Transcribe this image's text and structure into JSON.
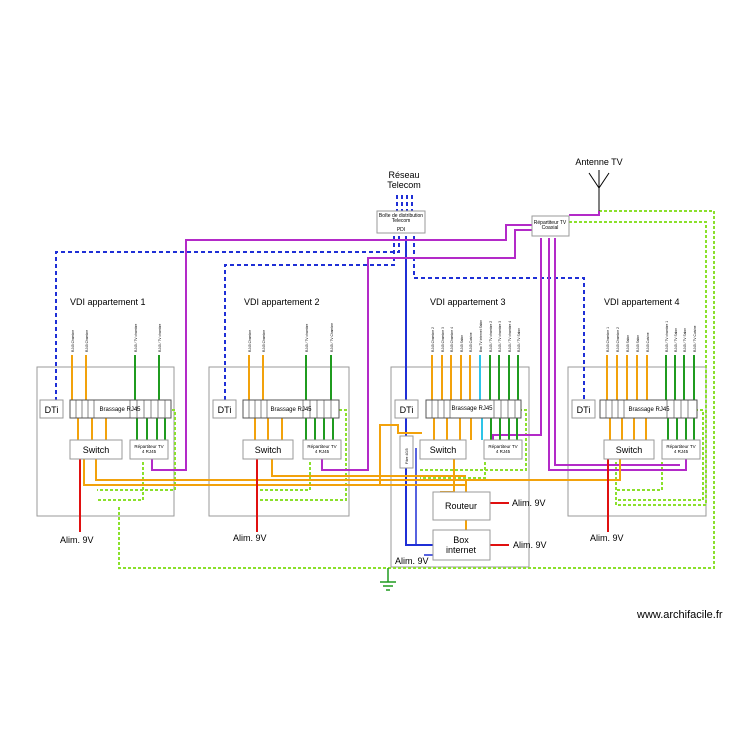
{
  "network": {
    "title_line1": "Réseau",
    "title_line2": "Telecom",
    "boitier_line1": "Boîte de distribution",
    "boitier_line2": "Telecom",
    "boitier_tag": "PDI",
    "antenna_label": "Antenne TV",
    "coax_line1": "Répartiteur TV",
    "coax_line2": "Coaxial"
  },
  "apartments": [
    {
      "title": "VDI appartement 1",
      "dti": "DTi",
      "patch": "Brassage RJ45",
      "switch": "Switch",
      "tv_line1": "Répartiteur TV",
      "tv_line2": "4 RJ45",
      "alim": "Alim. 9V",
      "outlets": [
        "RJ45 Chambre",
        "RJ45 Chambre",
        "RJ45 / TV chambre",
        "RJ45 / TV chambre"
      ]
    },
    {
      "title": "VDI appartement 2",
      "dti": "DTi",
      "patch": "Brassage RJ45",
      "switch": "Switch",
      "tv_line1": "Répartiteur TV",
      "tv_line2": "4 RJ45",
      "alim": "Alim. 9V",
      "outlets": [
        "RJ45 Chambre",
        "RJ45 Chambre",
        "RJ45 / TV chambre",
        "RJ45 / TV Chambre"
      ]
    },
    {
      "title": "VDI appartement 3",
      "dti": "DTi",
      "patch": "Brassage RJ45",
      "switch": "Switch",
      "tv_line1": "Répartiteur TV",
      "tv_line2": "4 RJ45",
      "alim": "Alim. 9V",
      "fibre": "Fibre 4G/5",
      "routeur": "Routeur",
      "routeur_alim": "Alim. 9V",
      "box_line1": "Box",
      "box_line2": "internet",
      "box_alim": "Alim. 9V",
      "outlets": [
        "RJ45 Chambre 2",
        "RJ45 Chambre 3",
        "RJ45 Chambre 4",
        "RJ45 Salon",
        "RJ45 Cuisine",
        "Box TV internet Salon",
        "RJ45 / TV chambre 2",
        "RJ45 / TV chambre 3",
        "RJ45 / TV chambre 4",
        "RJ45 / TV Salon"
      ]
    },
    {
      "title": "VDI appartement 4",
      "dti": "DTi",
      "patch": "Brassage RJ45",
      "switch": "Switch",
      "tv_line1": "Répartiteur TV",
      "tv_line2": "4 RJ45",
      "alim": "Alim. 9V",
      "outlets": [
        "RJ45 Chambre 1",
        "RJ45 Chambre 2",
        "RJ45 Salon",
        "RJ45 Salon",
        "RJ45 Cuisine",
        "RJ45 / TV chambre 1",
        "RJ45 / TV Salon",
        "RJ45 / TV Salon",
        "RJ45 / TV Cuisine"
      ]
    }
  ],
  "watermark": "www.archifacile.fr",
  "colors": {
    "telecom": "#1f2fd6",
    "coax": "#b32ac8",
    "ethernet": "#f2a20c",
    "tv_rj45": "#1f9b1f",
    "power": "#e01010",
    "earth": "#8be02c",
    "fibre_cyan": "#2ec4e8",
    "frame": "#999999"
  }
}
